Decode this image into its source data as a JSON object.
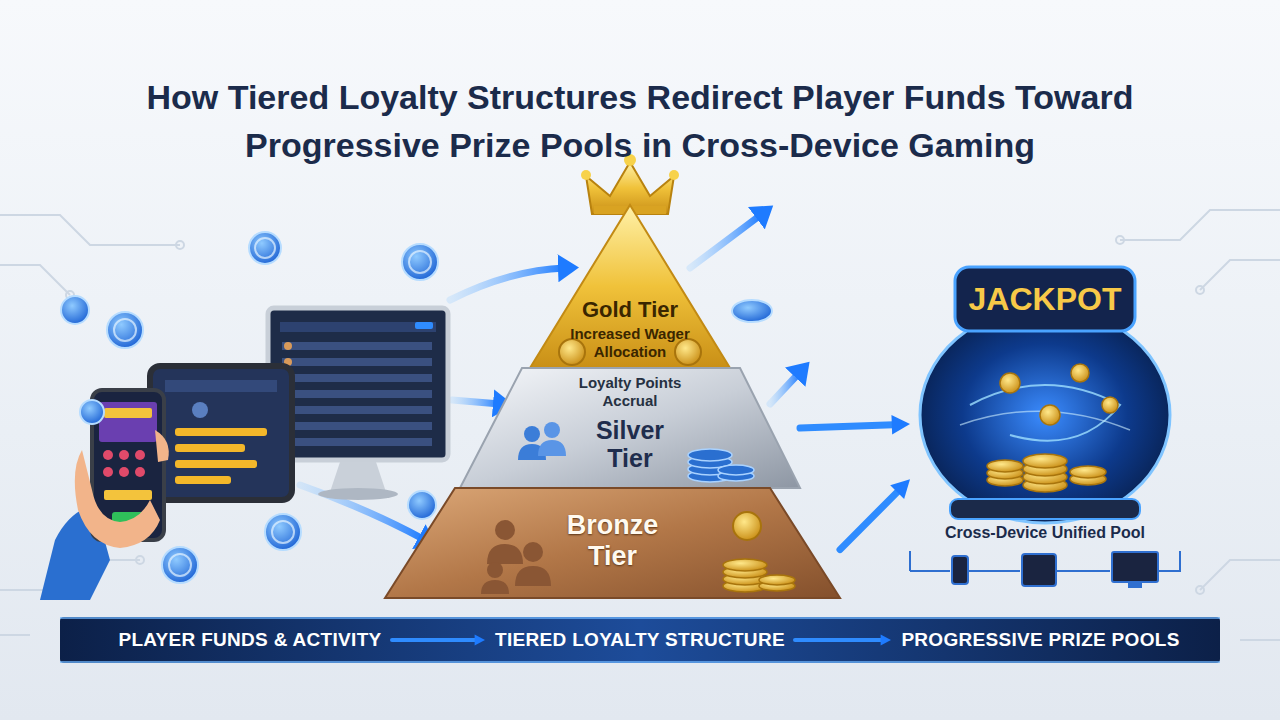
{
  "diagram": {
    "title": "How Tiered Loyalty Structures Redirect Player Funds Toward Progressive Prize Pools in Cross-Device Gaming",
    "nodes": [
      {
        "text": [
          "Gold Tier",
          "Increased Wager Allocation"
        ]
      },
      {
        "text": [
          "Loyalty Points Accrual",
          "Silver Tier"
        ]
      },
      {
        "text": [
          "Bronze Tier"
        ]
      },
      {
        "text": [
          "JACKPOT",
          "Cross-Device Unified Pool"
        ]
      },
      {
        "text": [
          "PLAYER FUNDS & ACTIVITY"
        ]
      },
      {
        "text": [
          "TIERED LOYALTY STRUCTURE"
        ]
      },
      {
        "text": [
          "PROGRESSIVE PRIZE POOLS"
        ]
      }
    ],
    "edges": [
      {
        "from": 1,
        "to": 3,
        "arrow": "to"
      },
      {
        "from": 2,
        "to": 3,
        "arrow": "to"
      },
      {
        "from": 4,
        "to": 5,
        "arrow": "to"
      },
      {
        "from": 5,
        "to": 6,
        "arrow": "to"
      }
    ]
  }
}
